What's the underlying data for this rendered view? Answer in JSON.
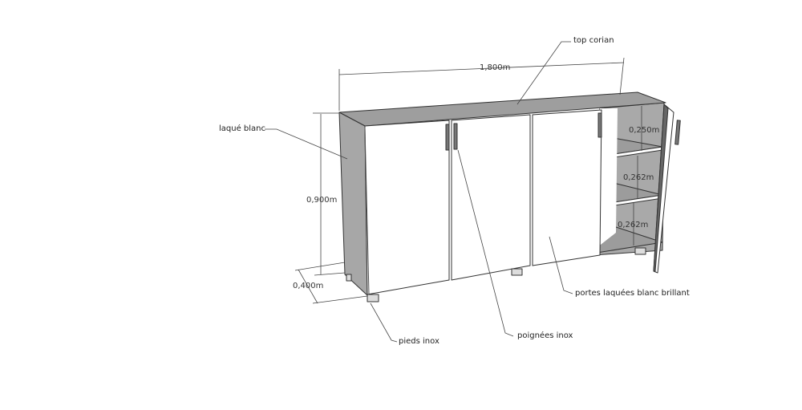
{
  "annotations": {
    "top": "top corian",
    "side": "laqué blanc",
    "doors": "portes laquées blanc brillant",
    "handles": "poignées inox",
    "feet": "pieds inox"
  },
  "dimensions": {
    "width": "1,800m",
    "height": "0,900m",
    "depth": "0,400m",
    "shelf1": "0,250m",
    "shelf2": "0,262m",
    "shelf3": "0,262m"
  },
  "colors": {
    "panel": "#a3a3a3",
    "door": "#ffffff",
    "line": "#333333"
  }
}
